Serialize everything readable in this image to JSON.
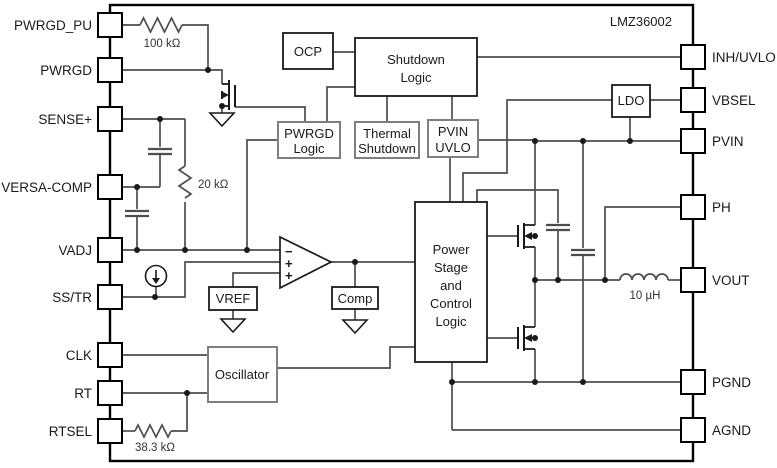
{
  "title": "LMZ36002",
  "pins": {
    "left": [
      "PWRGD_PU",
      "PWRGD",
      "SENSE+",
      "VERSA-COMP",
      "VADJ",
      "SS/TR",
      "CLK",
      "RT",
      "RTSEL"
    ],
    "right": [
      "INH/UVLO",
      "VBSEL",
      "PVIN",
      "PH",
      "VOUT",
      "PGND",
      "AGND"
    ]
  },
  "blocks": {
    "ocp": "OCP",
    "shutdown_logic": {
      "lines": [
        "Shutdown",
        "Logic"
      ]
    },
    "pwrgd_logic": {
      "lines": [
        "PWRGD",
        "Logic"
      ]
    },
    "thermal_shutdown": {
      "lines": [
        "Thermal",
        "Shutdown"
      ]
    },
    "pvin_uvlo": {
      "lines": [
        "PVIN",
        "UVLO"
      ]
    },
    "ldo": "LDO",
    "power_stage": {
      "lines": [
        "Power",
        "Stage",
        "and",
        "Control",
        "Logic"
      ]
    },
    "vref": "VREF",
    "comp": "Comp",
    "oscillator": "Oscillator"
  },
  "components": {
    "pullup_resistor": "100 kΩ",
    "feedback_resistor": "20 kΩ",
    "rtsel_resistor": "38.3 kΩ",
    "inductor": "10 µH"
  },
  "amp": {
    "minus": "−",
    "plus_mid": "+",
    "plus_bot": "+"
  },
  "colors": {
    "wire": "#4d4d4d",
    "symbol": "#1a1a1a",
    "gray_block_border": "#7f7f7f"
  }
}
